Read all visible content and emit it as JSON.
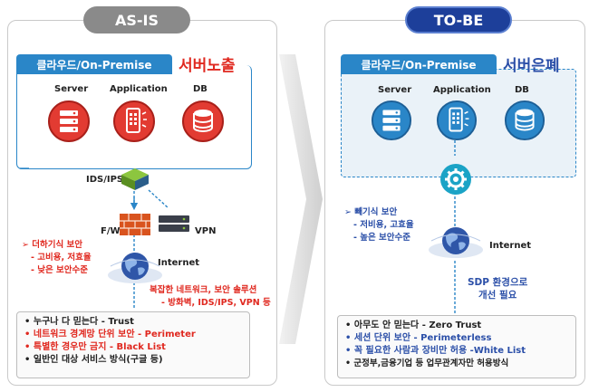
{
  "asis": {
    "title": "AS-IS",
    "cloud_label": "클라우드/On-Premise",
    "exposure_label": "서버노출",
    "servers": [
      "Server",
      "Application",
      "DB"
    ],
    "ids_label": "IDS/IPS",
    "fw_label": "F/W",
    "vpn_label": "VPN",
    "internet_label": "Internet",
    "left_notes": [
      "➢ 더하기식 보안",
      "- 고비용, 저효율",
      "- 낮은 보안수준"
    ],
    "complex_title": "복잡한 네트워크, 보안 솔루션",
    "complex_sub": "- 방화벽, IDS/IPS, VPN 등",
    "bottom": [
      {
        "text": "• 누구나 다 믿는다 - Trust",
        "color": "black"
      },
      {
        "text": "• 네트워크 경계망 단위 보안 - Perimeter",
        "color": "red"
      },
      {
        "text": "• 특별한 경우만 금지 - Black List",
        "color": "red"
      },
      {
        "text": "• 일반인 대상 서비스 방식(구글 등)",
        "color": "black"
      }
    ],
    "colors": {
      "pill": "#8a8a8a",
      "cloud": "#2a86c8",
      "red": "#e0281f"
    }
  },
  "tobe": {
    "title": "TO-BE",
    "cloud_label": "클라우드/On-Premise",
    "hidden_label": "서버은폐",
    "servers": [
      "Server",
      "Application",
      "DB"
    ],
    "internet_label": "Internet",
    "left_notes": [
      "➢ 빼기식 보안",
      "- 저비용, 고효율",
      "- 높은 보안수준"
    ],
    "sdp_note": [
      "SDP 환경으로",
      "개선 필요"
    ],
    "bottom": [
      {
        "text": "• 아무도 안 믿는다 - Zero Trust",
        "color": "black"
      },
      {
        "text": "• 세션 단위 보안 - Perimeterless",
        "color": "blue"
      },
      {
        "text": "• 꼭 필요한 사람과 장비만 허용 -White List",
        "color": "blue"
      },
      {
        "text": "• 군정부,금융기업 등 업무관계자만 허용방식",
        "color": "black"
      }
    ],
    "colors": {
      "pill": "#1d3f9a",
      "cloud": "#2a86c8",
      "blue": "#2b4fa8"
    }
  }
}
